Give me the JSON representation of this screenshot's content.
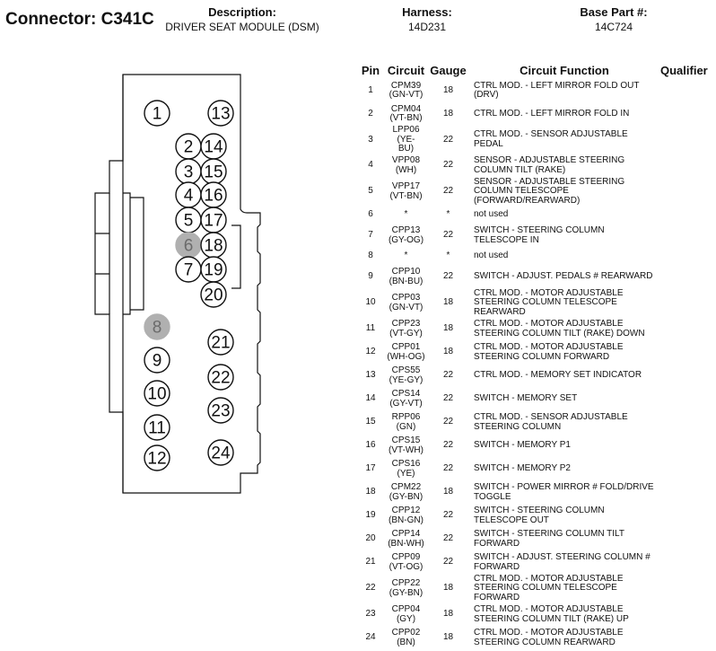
{
  "header": {
    "connector_label": "Connector:",
    "connector_id": "C341C",
    "description_title": "Description:",
    "description_value": "DRIVER SEAT MODULE (DSM)",
    "harness_title": "Harness:",
    "harness_value": "14D231",
    "base_part_title": "Base Part #:",
    "base_part_value": "14C724"
  },
  "table": {
    "headers": [
      "Pin",
      "Circuit",
      "Gauge",
      "Circuit Function",
      "Qualifier"
    ],
    "rows": [
      {
        "pin": "1",
        "circuit": [
          "CPM39",
          "(GN-VT)"
        ],
        "gauge": "18",
        "func": [
          "CTRL MOD. - LEFT MIRROR FOLD OUT",
          "(DRV)"
        ]
      },
      {
        "pin": "2",
        "circuit": [
          "CPM04",
          "(VT-BN)"
        ],
        "gauge": "18",
        "func": [
          "CTRL MOD. - LEFT MIRROR FOLD IN"
        ]
      },
      {
        "pin": "3",
        "circuit": [
          "LPP06 (YE-",
          "BU)"
        ],
        "gauge": "22",
        "func": [
          "CTRL MOD. - SENSOR ADJUSTABLE",
          "PEDAL"
        ]
      },
      {
        "pin": "4",
        "circuit": [
          "VPP08",
          "(WH)"
        ],
        "gauge": "22",
        "func": [
          "SENSOR - ADJUSTABLE STEERING",
          "COLUMN TILT (RAKE)"
        ]
      },
      {
        "pin": "5",
        "circuit": [
          "VPP17",
          "(VT-BN)"
        ],
        "gauge": "22",
        "func": [
          "SENSOR - ADJUSTABLE STEERING",
          "COLUMN TELESCOPE",
          "(FORWARD/REARWARD)"
        ]
      },
      {
        "pin": "6",
        "circuit": [
          "*"
        ],
        "gauge": "*",
        "func": [
          "not used"
        ]
      },
      {
        "pin": "7",
        "circuit": [
          "CPP13",
          "(GY-OG)"
        ],
        "gauge": "22",
        "func": [
          "SWITCH - STEERING COLUMN",
          "TELESCOPE IN"
        ]
      },
      {
        "pin": "8",
        "circuit": [
          "*"
        ],
        "gauge": "*",
        "func": [
          "not used"
        ]
      },
      {
        "pin": "9",
        "circuit": [
          "CPP10",
          "(BN-BU)"
        ],
        "gauge": "22",
        "func": [
          "SWITCH - ADJUST. PEDALS # REARWARD"
        ]
      },
      {
        "pin": "10",
        "circuit": [
          "CPP03",
          "(GN-VT)"
        ],
        "gauge": "18",
        "func": [
          "CTRL MOD. - MOTOR ADJUSTABLE",
          "STEERING COLUMN TELESCOPE",
          "REARWARD"
        ]
      },
      {
        "pin": "11",
        "circuit": [
          "CPP23",
          "(VT-GY)"
        ],
        "gauge": "18",
        "func": [
          "CTRL MOD. - MOTOR ADJUSTABLE",
          "STEERING COLUMN TILT (RAKE) DOWN"
        ]
      },
      {
        "pin": "12",
        "circuit": [
          "CPP01",
          "(WH-OG)"
        ],
        "gauge": "18",
        "func": [
          "CTRL MOD. - MOTOR ADJUSTABLE",
          "STEERING COLUMN FORWARD"
        ]
      },
      {
        "pin": "13",
        "circuit": [
          "CPS55",
          "(YE-GY)"
        ],
        "gauge": "22",
        "func": [
          "CTRL MOD. - MEMORY SET INDICATOR"
        ]
      },
      {
        "pin": "14",
        "circuit": [
          "CPS14",
          "(GY-VT)"
        ],
        "gauge": "22",
        "func": [
          "SWITCH - MEMORY SET"
        ]
      },
      {
        "pin": "15",
        "circuit": [
          "RPP06",
          "(GN)"
        ],
        "gauge": "22",
        "func": [
          "CTRL MOD. - SENSOR ADJUSTABLE",
          "STEERING COLUMN"
        ]
      },
      {
        "pin": "16",
        "circuit": [
          "CPS15",
          "(VT-WH)"
        ],
        "gauge": "22",
        "func": [
          "SWITCH - MEMORY P1"
        ]
      },
      {
        "pin": "17",
        "circuit": [
          "CPS16",
          "(YE)"
        ],
        "gauge": "22",
        "func": [
          "SWITCH - MEMORY P2"
        ]
      },
      {
        "pin": "18",
        "circuit": [
          "CPM22",
          "(GY-BN)"
        ],
        "gauge": "18",
        "func": [
          "SWITCH - POWER MIRROR # FOLD/DRIVE",
          "TOGGLE"
        ]
      },
      {
        "pin": "19",
        "circuit": [
          "CPP12",
          "(BN-GN)"
        ],
        "gauge": "22",
        "func": [
          "SWITCH - STEERING COLUMN",
          "TELESCOPE OUT"
        ]
      },
      {
        "pin": "20",
        "circuit": [
          "CPP14",
          "(BN-WH)"
        ],
        "gauge": "22",
        "func": [
          "SWITCH - STEERING COLUMN TILT",
          "FORWARD"
        ]
      },
      {
        "pin": "21",
        "circuit": [
          "CPP09",
          "(VT-OG)"
        ],
        "gauge": "22",
        "func": [
          "SWITCH - ADJUST. STEERING COLUMN #",
          "FORWARD"
        ]
      },
      {
        "pin": "22",
        "circuit": [
          "CPP22",
          "(GY-BN)"
        ],
        "gauge": "18",
        "func": [
          "CTRL MOD. - MOTOR ADJUSTABLE",
          "STEERING COLUMN TELESCOPE",
          "FORWARD"
        ]
      },
      {
        "pin": "23",
        "circuit": [
          "CPP04",
          "(GY)"
        ],
        "gauge": "18",
        "func": [
          "CTRL MOD. - MOTOR ADJUSTABLE",
          "STEERING COLUMN TILT (RAKE) UP"
        ]
      },
      {
        "pin": "24",
        "circuit": [
          "CPP02",
          "(BN)"
        ],
        "gauge": "18",
        "func": [
          "CTRL MOD. - MOTOR ADJUSTABLE",
          "STEERING COLUMN REARWARD"
        ]
      }
    ]
  },
  "diagram": {
    "colors": {
      "outline": "#111111",
      "unused_fill": "#b0b0b0",
      "unused_text": "#6b6b6b"
    },
    "cavities": [
      {
        "label": "1",
        "unused": false
      },
      {
        "label": "13",
        "unused": false
      },
      {
        "label": "2",
        "unused": false
      },
      {
        "label": "14",
        "unused": false
      },
      {
        "label": "3",
        "unused": false
      },
      {
        "label": "15",
        "unused": false
      },
      {
        "label": "4",
        "unused": false
      },
      {
        "label": "16",
        "unused": false
      },
      {
        "label": "5",
        "unused": false
      },
      {
        "label": "17",
        "unused": false
      },
      {
        "label": "6",
        "unused": true
      },
      {
        "label": "18",
        "unused": false
      },
      {
        "label": "7",
        "unused": false
      },
      {
        "label": "19",
        "unused": false
      },
      {
        "label": "20",
        "unused": false
      },
      {
        "label": "8",
        "unused": true
      },
      {
        "label": "21",
        "unused": false
      },
      {
        "label": "9",
        "unused": false
      },
      {
        "label": "22",
        "unused": false
      },
      {
        "label": "10",
        "unused": false
      },
      {
        "label": "23",
        "unused": false
      },
      {
        "label": "11",
        "unused": false
      },
      {
        "label": "12",
        "unused": false
      },
      {
        "label": "24",
        "unused": false
      }
    ]
  }
}
